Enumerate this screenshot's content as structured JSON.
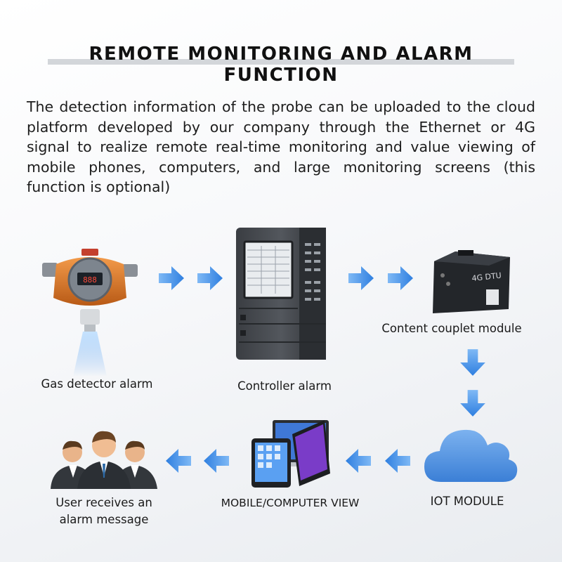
{
  "header": {
    "title": "REMOTE MONITORING AND ALARM FUNCTION"
  },
  "description": "The detection information of the probe can be uploaded to the cloud platform developed by our company through the Ethernet or 4G signal to realize remote real-time monitoring and value viewing of mobile phones, computers, and large monitoring screens (this function is optional)",
  "nodes": {
    "gas_detector": {
      "label": "Gas detector alarm"
    },
    "controller": {
      "label": "Controller alarm"
    },
    "module": {
      "label": "Content couplet module",
      "device_text": "4G DTU"
    },
    "iot": {
      "label": "IOT MODULE"
    },
    "mobile": {
      "label": "MOBILE/COMPUTER VIEW"
    },
    "user": {
      "label_line1": "User receives an",
      "label_line2": "alarm message"
    }
  },
  "colors": {
    "arrow": "#3d8ee8",
    "cloud": "#4d8fe0",
    "detector_orange": "#e0782a"
  },
  "icons": [
    "gas-detector-image",
    "controller-cabinet-image",
    "dtu-module-image",
    "cloud-icon",
    "devices-image",
    "users-image",
    "arrow-right-icon",
    "arrow-down-icon",
    "arrow-left-icon"
  ]
}
